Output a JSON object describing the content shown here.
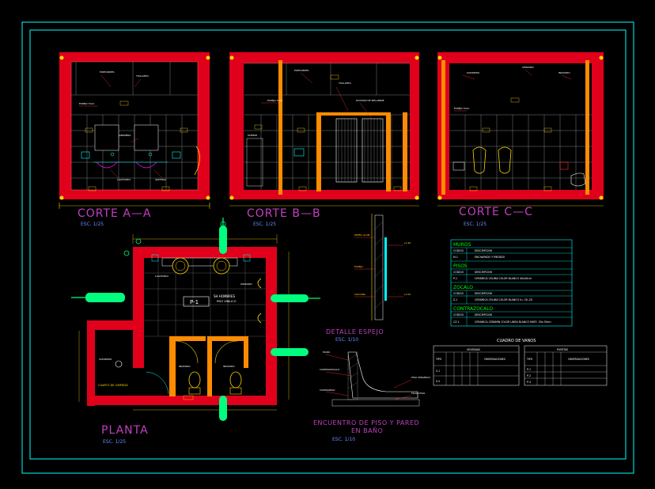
{
  "colors": {
    "background": "#000000",
    "frame": "#00ffff",
    "wall": "#e0001b",
    "dims": "#ffd700",
    "tile_grid": "#9aa0a0",
    "title": "#c040c0",
    "scale": "#6a8cff",
    "table_green": "#00ff00",
    "table_border": "#00ffff",
    "door_orange": "#ff8c00",
    "green_marker": "#00ff7f"
  },
  "sections": {
    "a": {
      "title": "CORTE A—A",
      "scale": "ESC. 1/25"
    },
    "b": {
      "title": "CORTE B—B",
      "scale": "ESC. 1/25"
    },
    "c": {
      "title": "CORTE C—C",
      "scale": "ESC. 1/25"
    }
  },
  "plan": {
    "title": "PLANTA",
    "scale": "ESC. 1/25",
    "room_tag": "P-1",
    "note": "SH HOMBRES",
    "note2": "PISO VINILICO",
    "cleaning_room": "CUARTO DE LIMPIEZA"
  },
  "details": {
    "mirror_title": "DETALLE ESPEJO",
    "mirror_scale": "ESC. 1/10",
    "floor_wall_title": "ENCUENTRO DE PISO Y PARED",
    "floor_wall_title2": "EN BAÑO",
    "floor_wall_scale": "ESC. 1/10"
  },
  "finishes_table": {
    "groups": [
      {
        "heading": "MUROS",
        "code": "M-1",
        "desc": "ENCHAPADO Y PINTADO"
      },
      {
        "heading": "PISOS",
        "code": "P-1",
        "desc": "CERAMICA CELIMA COLOR BLANCO 40x40cm"
      },
      {
        "heading": "ZOCALO",
        "code": "Z-1",
        "desc": "CERAMICA CELIMA COLOR BLANCO h=.30-.20"
      },
      {
        "heading": "CONTRAZOCALO",
        "code": "CZ-1",
        "desc": "CERAMICA CERAMIN COLOR LINEA BLANCO MATE .30x.30cm"
      }
    ],
    "col_code": "CODIGO",
    "col_desc": "DESCRIPCION"
  },
  "openings_table": {
    "title": "CUADRO DE VANOS",
    "windows_heading": "VENTANAS",
    "doors_heading": "PUERTAS",
    "col_type": "TIPO",
    "col_obs": "OBSERVACIONES",
    "windows_rows": [
      "V-1",
      "V-2"
    ],
    "doors_rows": [
      "P-1",
      "P-2",
      "P-3"
    ]
  }
}
